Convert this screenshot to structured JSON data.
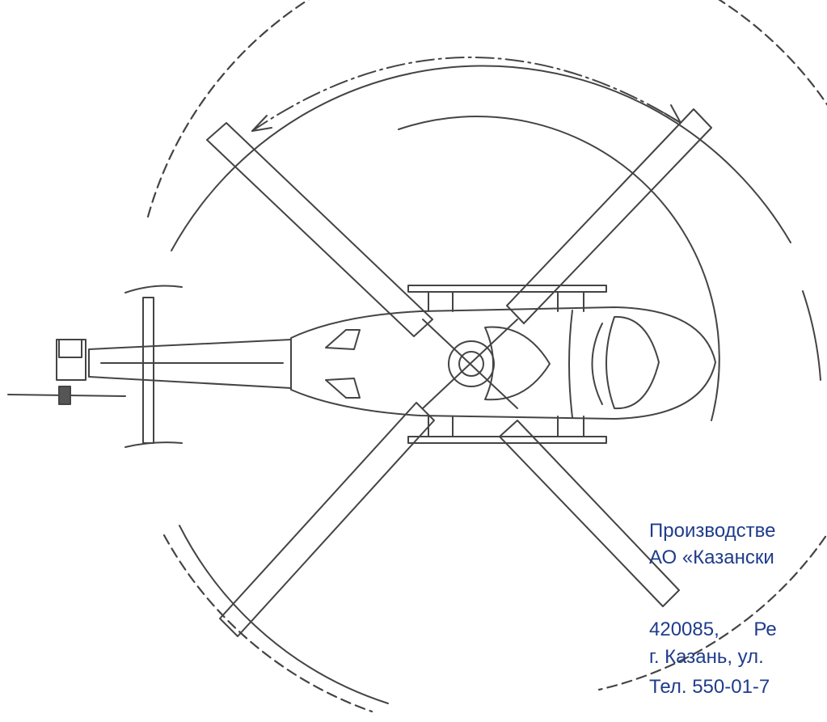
{
  "info": {
    "line1": "Производстве",
    "line2": "АО «Казански",
    "line3": "420085,  Ре",
    "line4": "г. Казань, ул.",
    "line5": "Тел. 550-01-7"
  },
  "colors": {
    "line": "#444444",
    "text": "#1f3c8c"
  }
}
